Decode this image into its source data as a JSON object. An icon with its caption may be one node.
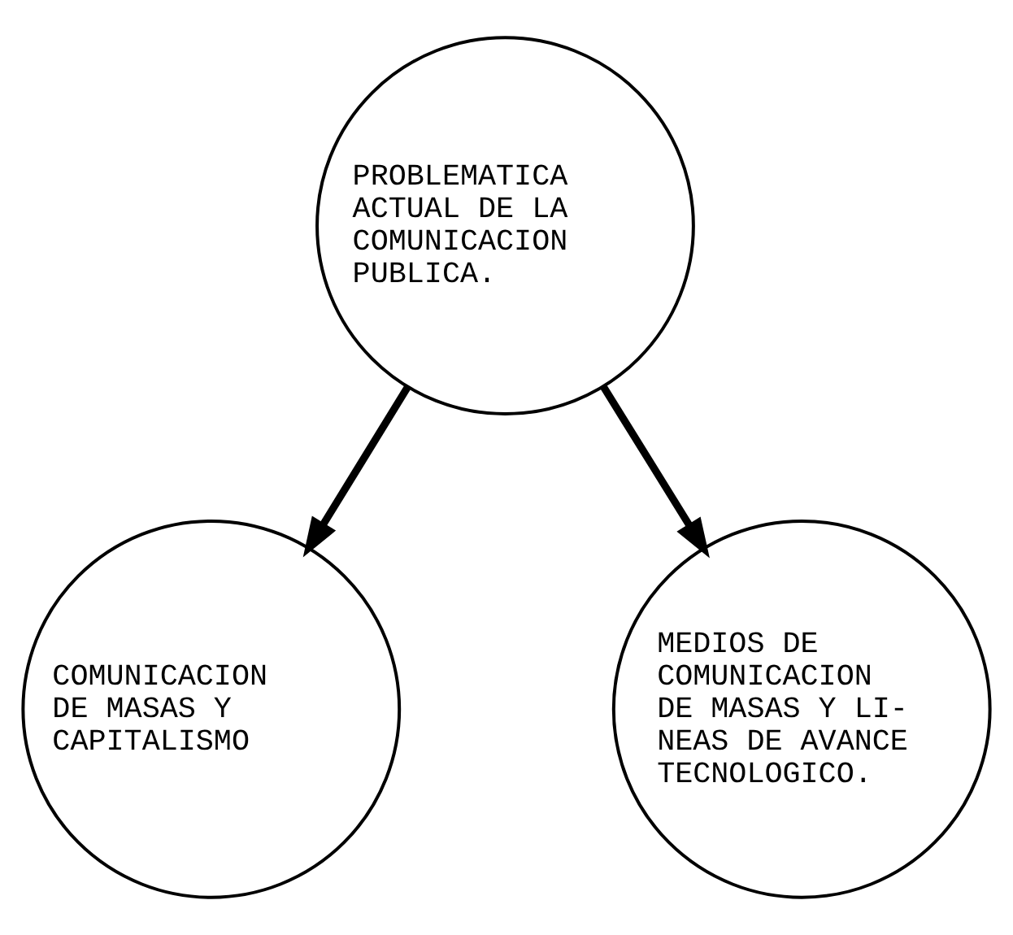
{
  "diagram": {
    "nodes": [
      {
        "text": [
          "PROBLEMATICA ACTUAL DE LA COMUNICACION PUBLICA."
        ]
      },
      {
        "text": [
          "COMUNICACION DE MASAS Y CAPITALISMO"
        ]
      },
      {
        "text": [
          "MEDIOS DE COMUNICACION DE MASAS Y LI- NEAS DE AVANCE TECNOLOGICO."
        ]
      }
    ],
    "edges": [
      {
        "from": 0,
        "to": 1,
        "arrow": "to"
      },
      {
        "from": 0,
        "to": 2,
        "arrow": "to"
      }
    ]
  }
}
